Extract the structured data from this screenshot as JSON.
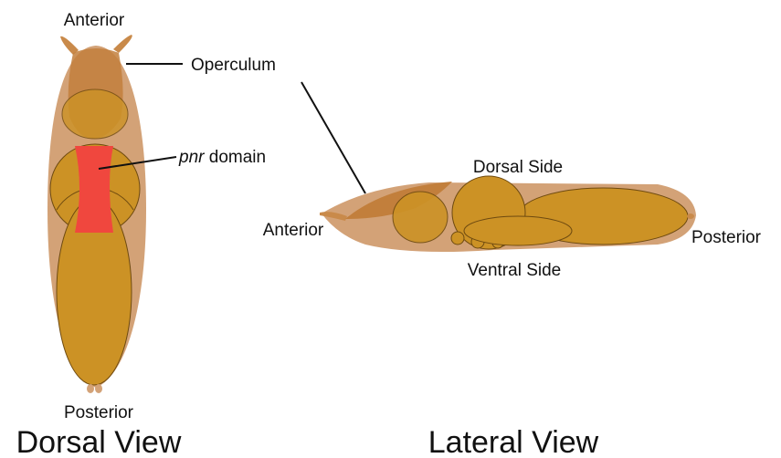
{
  "dorsal": {
    "anterior": "Anterior",
    "operculum": "Operculum",
    "pnr_italic": "pnr",
    "pnr_rest": " domain",
    "posterior": "Posterior",
    "view_title": "Dorsal View"
  },
  "lateral": {
    "dorsal_side": "Dorsal Side",
    "anterior": "Anterior",
    "posterior": "Posterior",
    "ventral_side": "Ventral Side",
    "view_title": "Lateral View"
  },
  "colors": {
    "body_outline": "#d3a277",
    "operculum": "#c27f3c",
    "segment": "#cc9225",
    "segment_stroke": "#6e4a10",
    "pnr_domain": "#f0473e",
    "tentacle": "#c98a4a"
  }
}
